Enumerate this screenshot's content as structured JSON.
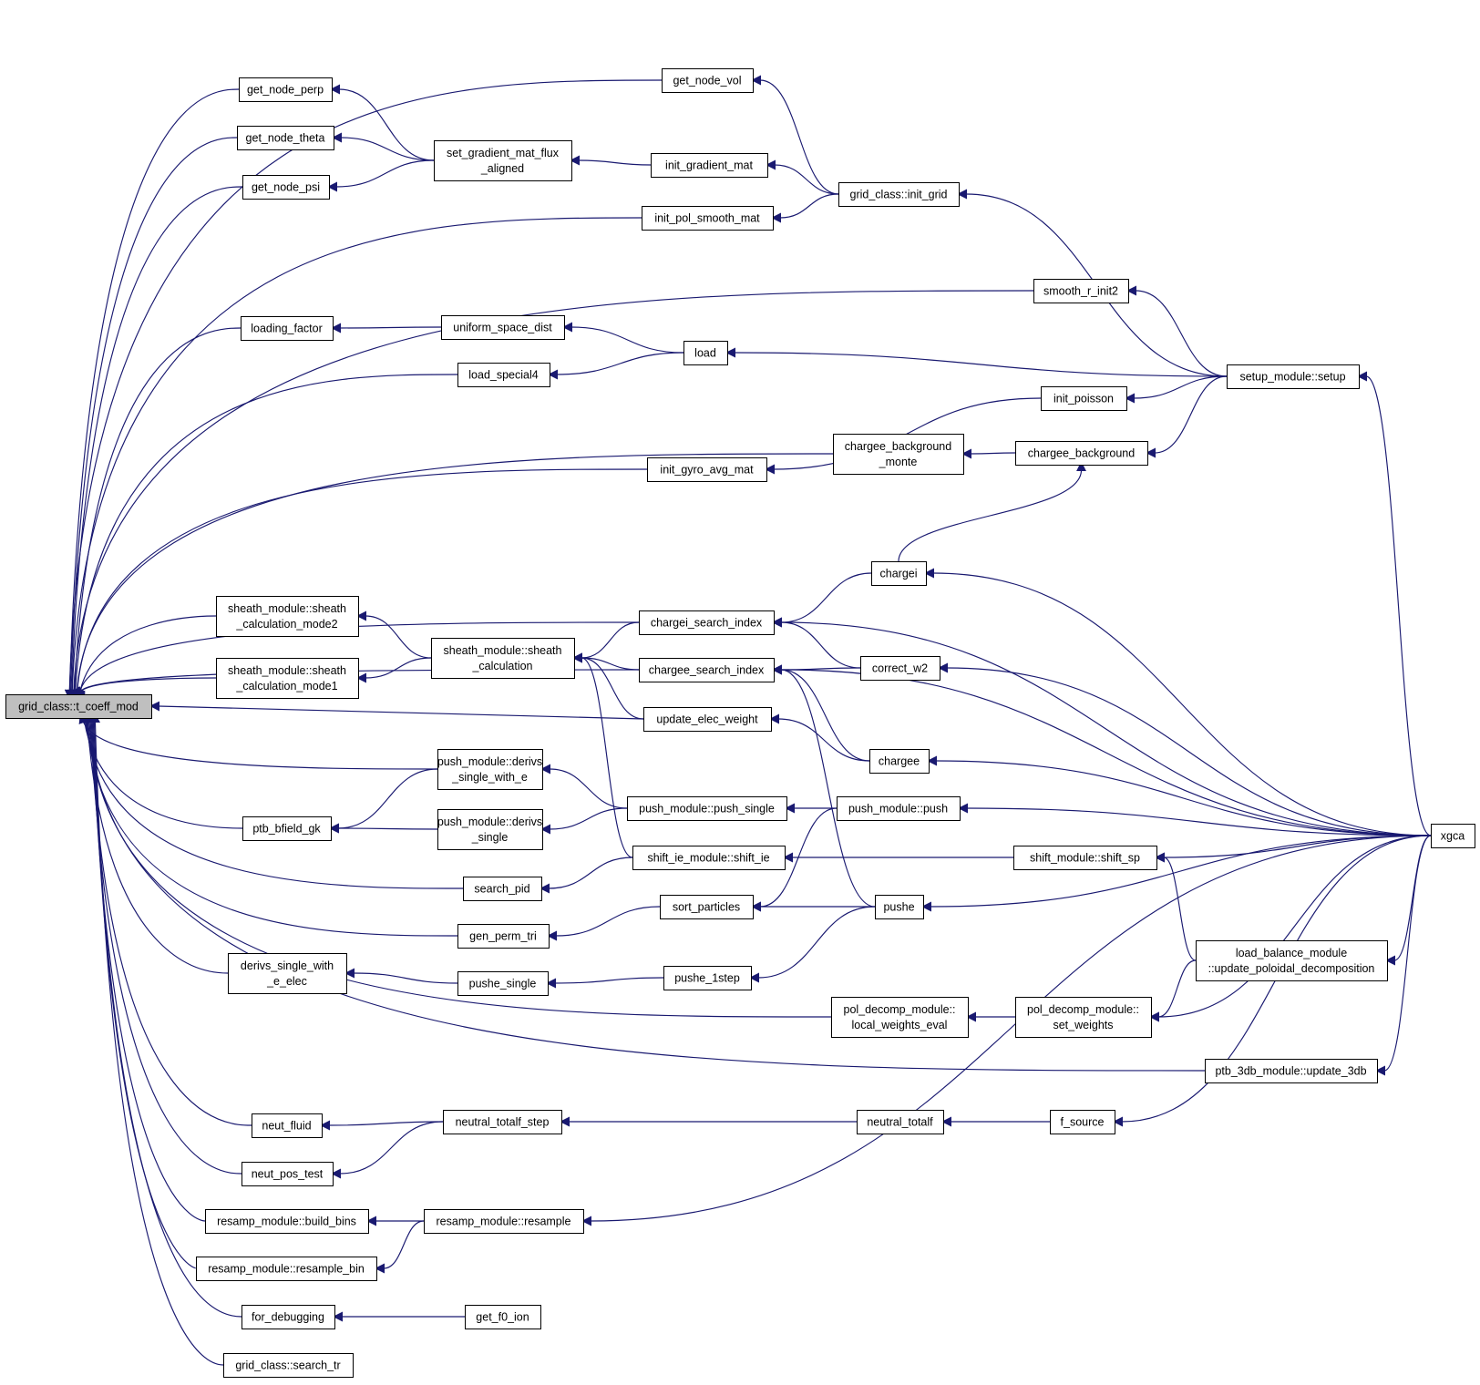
{
  "graph": {
    "colors": {
      "edge": "#191970",
      "node_border": "#000000",
      "node_fill": "#ffffff",
      "root_fill": "#bfbfbf"
    },
    "nodes": [
      {
        "id": "t_coeff_mod",
        "lines": [
          "grid_class::t_coeff_mod"
        ],
        "root": true
      },
      {
        "id": "get_node_perp",
        "lines": [
          "get_node_perp"
        ]
      },
      {
        "id": "get_node_theta",
        "lines": [
          "get_node_theta"
        ]
      },
      {
        "id": "get_node_psi",
        "lines": [
          "get_node_psi"
        ]
      },
      {
        "id": "loading_factor",
        "lines": [
          "loading_factor"
        ]
      },
      {
        "id": "sheath_mode2",
        "lines": [
          "sheath_module::sheath",
          "_calculation_mode2"
        ]
      },
      {
        "id": "sheath_mode1",
        "lines": [
          "sheath_module::sheath",
          "_calculation_mode1"
        ]
      },
      {
        "id": "ptb_bfield_gk",
        "lines": [
          "ptb_bfield_gk"
        ]
      },
      {
        "id": "derivs_elec",
        "lines": [
          "derivs_single_with",
          "_e_elec"
        ]
      },
      {
        "id": "neut_fluid",
        "lines": [
          "neut_fluid"
        ]
      },
      {
        "id": "neut_pos_test",
        "lines": [
          "neut_pos_test"
        ]
      },
      {
        "id": "build_bins",
        "lines": [
          "resamp_module::build_bins"
        ]
      },
      {
        "id": "resample_bin",
        "lines": [
          "resamp_module::resample_bin"
        ]
      },
      {
        "id": "for_debugging",
        "lines": [
          "for_debugging"
        ]
      },
      {
        "id": "search_tr",
        "lines": [
          "grid_class::search_tr"
        ]
      },
      {
        "id": "set_gradient",
        "lines": [
          "set_gradient_mat_flux",
          "_aligned"
        ]
      },
      {
        "id": "uniform_space_dist",
        "lines": [
          "uniform_space_dist"
        ]
      },
      {
        "id": "load_special4",
        "lines": [
          "load_special4"
        ]
      },
      {
        "id": "sheath_calc",
        "lines": [
          "sheath_module::sheath",
          "_calculation"
        ]
      },
      {
        "id": "derivs_with_e",
        "lines": [
          "push_module::derivs",
          "_single_with_e"
        ]
      },
      {
        "id": "derivs_single",
        "lines": [
          "push_module::derivs",
          "_single"
        ]
      },
      {
        "id": "search_pid",
        "lines": [
          "search_pid"
        ]
      },
      {
        "id": "gen_perm_tri",
        "lines": [
          "gen_perm_tri"
        ]
      },
      {
        "id": "pushe_single",
        "lines": [
          "pushe_single"
        ]
      },
      {
        "id": "neutral_totalf_step",
        "lines": [
          "neutral_totalf_step"
        ]
      },
      {
        "id": "resample",
        "lines": [
          "resamp_module::resample"
        ]
      },
      {
        "id": "get_f0_ion",
        "lines": [
          "get_f0_ion"
        ]
      },
      {
        "id": "get_node_vol",
        "lines": [
          "get_node_vol"
        ]
      },
      {
        "id": "init_gradient_mat",
        "lines": [
          "init_gradient_mat"
        ]
      },
      {
        "id": "init_pol_smooth_mat",
        "lines": [
          "init_pol_smooth_mat"
        ]
      },
      {
        "id": "load",
        "lines": [
          "load"
        ]
      },
      {
        "id": "init_gyro_avg_mat",
        "lines": [
          "init_gyro_avg_mat"
        ]
      },
      {
        "id": "chargei_search_index",
        "lines": [
          "chargei_search_index"
        ]
      },
      {
        "id": "chargee_search_index",
        "lines": [
          "chargee_search_index"
        ]
      },
      {
        "id": "update_elec_weight",
        "lines": [
          "update_elec_weight"
        ]
      },
      {
        "id": "push_single",
        "lines": [
          "push_module::push_single"
        ]
      },
      {
        "id": "shift_ie",
        "lines": [
          "shift_ie_module::shift_ie"
        ]
      },
      {
        "id": "sort_particles",
        "lines": [
          "sort_particles"
        ]
      },
      {
        "id": "pushe_1step",
        "lines": [
          "pushe_1step"
        ]
      },
      {
        "id": "init_grid",
        "lines": [
          "grid_class::init_grid"
        ]
      },
      {
        "id": "chargee_bg_monte",
        "lines": [
          "chargee_background",
          "_monte"
        ]
      },
      {
        "id": "chargei",
        "lines": [
          "chargei"
        ]
      },
      {
        "id": "correct_w2",
        "lines": [
          "correct_w2"
        ]
      },
      {
        "id": "chargee",
        "lines": [
          "chargee"
        ]
      },
      {
        "id": "push",
        "lines": [
          "push_module::push"
        ]
      },
      {
        "id": "pushe",
        "lines": [
          "pushe"
        ]
      },
      {
        "id": "local_weights_eval",
        "lines": [
          "pol_decomp_module::",
          "local_weights_eval"
        ]
      },
      {
        "id": "neutral_totalf",
        "lines": [
          "neutral_totalf"
        ]
      },
      {
        "id": "smooth_r_init2",
        "lines": [
          "smooth_r_init2"
        ]
      },
      {
        "id": "init_poisson",
        "lines": [
          "init_poisson"
        ]
      },
      {
        "id": "chargee_background",
        "lines": [
          "chargee_background"
        ]
      },
      {
        "id": "shift_sp",
        "lines": [
          "shift_module::shift_sp"
        ]
      },
      {
        "id": "set_weights",
        "lines": [
          "pol_decomp_module::",
          "set_weights"
        ]
      },
      {
        "id": "f_source",
        "lines": [
          "f_source"
        ]
      },
      {
        "id": "setup",
        "lines": [
          "setup_module::setup"
        ]
      },
      {
        "id": "update_poloidal",
        "lines": [
          "load_balance_module",
          "::update_poloidal_decomposition"
        ]
      },
      {
        "id": "update_3db",
        "lines": [
          "ptb_3db_module::update_3db"
        ]
      },
      {
        "id": "xgca",
        "lines": [
          "xgca"
        ]
      }
    ]
  }
}
